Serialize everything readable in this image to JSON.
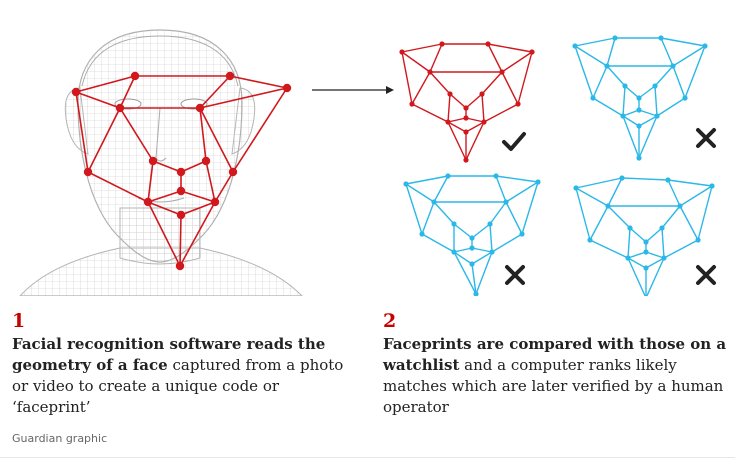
{
  "colors": {
    "accent_red": "#c70000",
    "faceprint_red": "#d0181d",
    "faceprint_blue": "#2bb8e8",
    "mark_dark": "#222222",
    "face_mesh": "#b5b5b5"
  },
  "diagram": {
    "source_face": "face-mesh",
    "arrow": "arrow-right-icon",
    "candidates": [
      {
        "color": "red",
        "result": "match",
        "icon": "checkmark-icon"
      },
      {
        "color": "blue",
        "result": "no-match",
        "icon": "cross-icon"
      },
      {
        "color": "blue",
        "result": "no-match",
        "icon": "cross-icon"
      },
      {
        "color": "blue",
        "result": "no-match",
        "icon": "cross-icon"
      }
    ]
  },
  "steps": [
    {
      "number": "1",
      "bold": "Facial recognition software reads the geometry of a face",
      "rest": " captured from a photo or video to create a unique code or ‘faceprint’"
    },
    {
      "number": "2",
      "bold": "Faceprints are compared with those on a watchlist",
      "rest": " and a computer ranks likely matches which are later verified by a human operator"
    }
  ],
  "credit": "Guardian graphic"
}
